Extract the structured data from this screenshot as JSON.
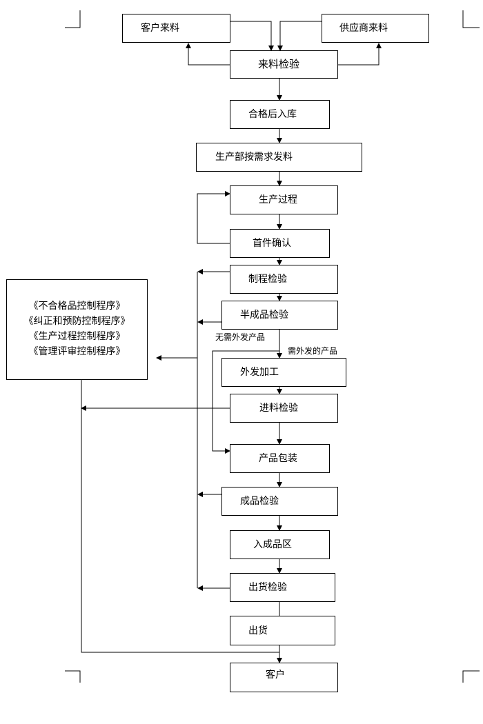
{
  "nodes": {
    "customer_material": "客户来料",
    "supplier_material": "供应商来料",
    "incoming_inspection": "来料检验",
    "qualified_storage": "合格后入库",
    "production_issue": "生产部按需求发料",
    "production_process": "生产过程",
    "first_article_confirm": "首件确认",
    "process_inspection": "制程检验",
    "semi_finished_inspection": "半成品检验",
    "outsourced_processing": "外发加工",
    "incoming_check": "进料检验",
    "product_packaging": "产品包装",
    "finished_inspection": "成品检验",
    "finished_storage": "入成品区",
    "shipping_inspection": "出货检验",
    "shipment": "出货",
    "customer": "客户"
  },
  "labels": {
    "no_outsourcing": "无需外发产品",
    "needs_outsourcing": "需外发的产品"
  },
  "procedures": [
    "《不合格品控制程序》",
    "《纠正和预防控制程序》",
    "《生产过程控制程序》",
    "《管理评审控制程序》"
  ]
}
